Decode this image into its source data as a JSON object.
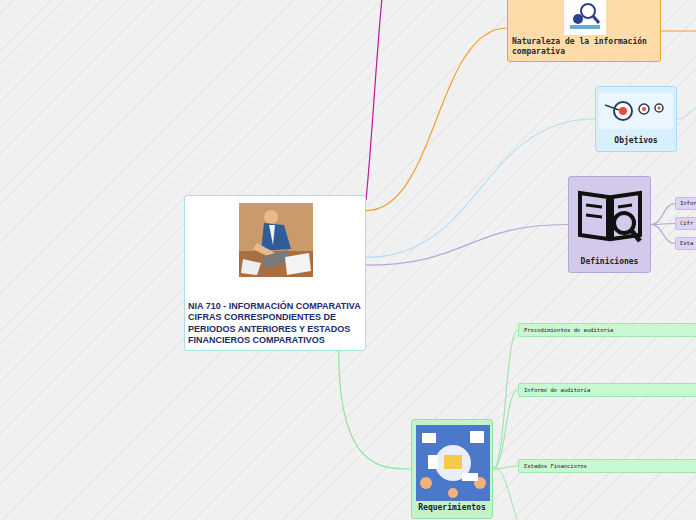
{
  "diagram": {
    "nodes": [
      {
        "text": [
          "NIA 710 - INFORMACIÓN COMPARATIVA CIFRAS CORRESPONDIENTES DE PERIODOS ANTERIORES Y ESTADOS FINANCIEROS COMPARATIVOS"
        ]
      },
      {
        "text": [
          "Naturaleza de la información comparativa"
        ]
      },
      {
        "text": [
          "Objetivos"
        ]
      },
      {
        "text": [
          "Definiciones"
        ]
      },
      {
        "text": [
          "Infor"
        ]
      },
      {
        "text": [
          "Cifr"
        ]
      },
      {
        "text": [
          "Esta"
        ]
      },
      {
        "text": [
          "Requerimientos"
        ]
      },
      {
        "text": [
          "Procedimientos de auditoría"
        ]
      },
      {
        "text": [
          "Informe de auditoría"
        ]
      },
      {
        "text": [
          "Estados Financieros"
        ]
      }
    ],
    "edges": [
      {
        "from": 0,
        "to": 1,
        "arrow": "none"
      },
      {
        "from": 0,
        "to": 2,
        "arrow": "none"
      },
      {
        "from": 0,
        "to": 3,
        "arrow": "none"
      },
      {
        "from": 3,
        "to": 4,
        "arrow": "none"
      },
      {
        "from": 3,
        "to": 5,
        "arrow": "none"
      },
      {
        "from": 3,
        "to": 6,
        "arrow": "none"
      },
      {
        "from": 0,
        "to": 7,
        "arrow": "none"
      },
      {
        "from": 7,
        "to": 8,
        "arrow": "none"
      },
      {
        "from": 7,
        "to": 9,
        "arrow": "none"
      },
      {
        "from": 7,
        "to": 10,
        "arrow": "none"
      }
    ]
  }
}
